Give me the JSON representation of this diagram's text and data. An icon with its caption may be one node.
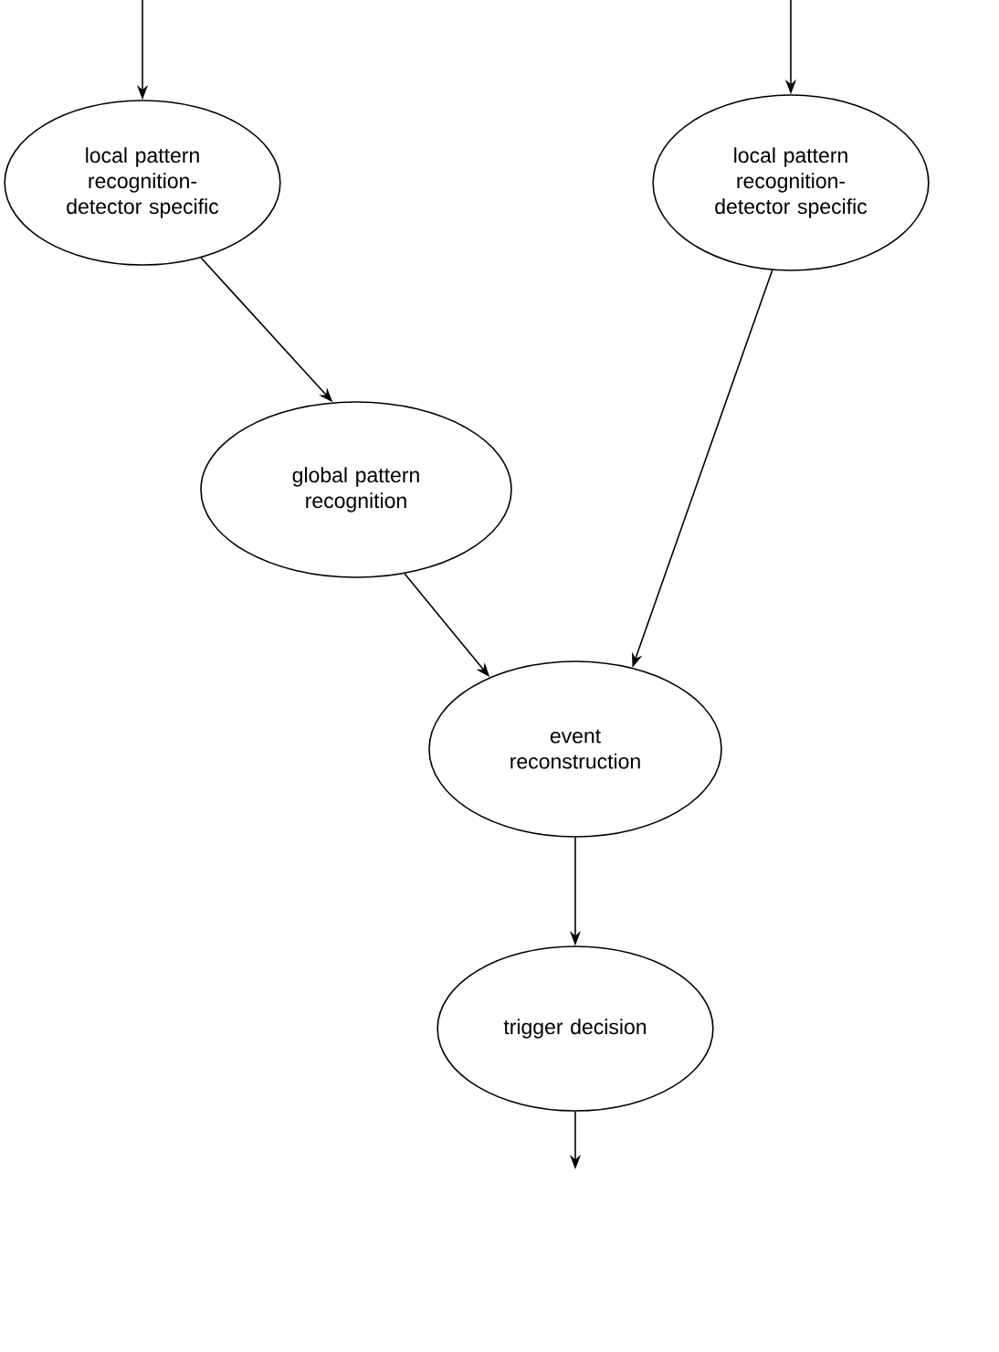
{
  "diagram": {
    "nodes": [
      {
        "text": [
          "local pattern recognition-detector specific"
        ]
      },
      {
        "text": [
          "local pattern recognition-detector specific"
        ]
      },
      {
        "text": [
          "global pattern recognition"
        ]
      },
      {
        "text": [
          "event reconstruction"
        ]
      },
      {
        "text": [
          "trigger decision"
        ]
      }
    ],
    "edges": [
      {
        "from": null,
        "to": 0,
        "arrow": "to"
      },
      {
        "from": null,
        "to": 1,
        "arrow": "to"
      },
      {
        "from": 0,
        "to": 2,
        "arrow": "to"
      },
      {
        "from": 1,
        "to": 3,
        "arrow": "to"
      },
      {
        "from": 2,
        "to": 3,
        "arrow": "to"
      },
      {
        "from": 3,
        "to": 4,
        "arrow": "to"
      },
      {
        "from": 4,
        "to": null,
        "arrow": "to"
      }
    ]
  }
}
